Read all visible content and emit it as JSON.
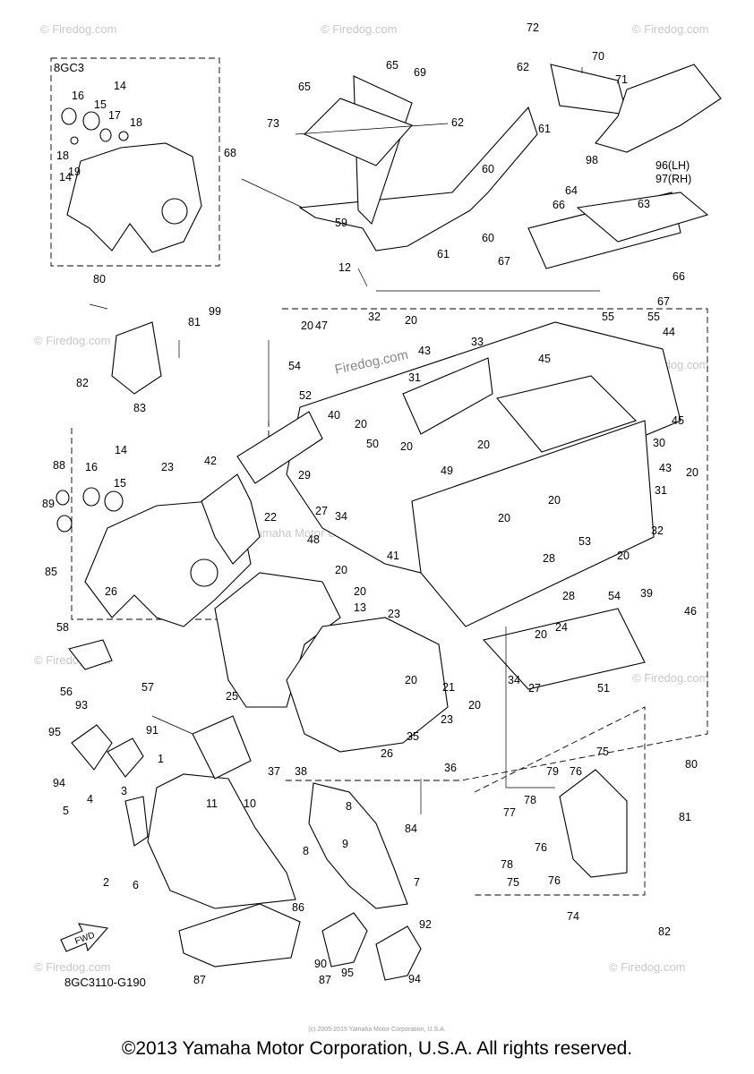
{
  "diagram": {
    "model_code": "8GC3",
    "figure_code": "8GC3110-G190",
    "fwd_arrow_label": "FWD",
    "watermark_site": "© Firedog.com",
    "watermark_center": "Yamaha Motor Corp., U.S.A.",
    "watermark_inline": "Firedog.com",
    "callouts": [
      "1",
      "2",
      "3",
      "4",
      "5",
      "6",
      "7",
      "8",
      "8",
      "9",
      "10",
      "11",
      "12",
      "13",
      "14",
      "14",
      "14",
      "15",
      "15",
      "16",
      "16",
      "17",
      "18",
      "18",
      "19",
      "20",
      "20",
      "20",
      "20",
      "20",
      "20",
      "20",
      "20",
      "20",
      "20",
      "20",
      "20",
      "20",
      "20",
      "21",
      "22",
      "23",
      "23",
      "23",
      "24",
      "25",
      "26",
      "26",
      "27",
      "27",
      "28",
      "28",
      "29",
      "30",
      "31",
      "31",
      "32",
      "32",
      "33",
      "34",
      "34",
      "35",
      "36",
      "37",
      "38",
      "39",
      "40",
      "41",
      "42",
      "43",
      "43",
      "44",
      "45",
      "45",
      "46",
      "47",
      "48",
      "49",
      "50",
      "51",
      "52",
      "53",
      "54",
      "54",
      "55",
      "55",
      "56",
      "57",
      "58",
      "59",
      "60",
      "60",
      "61",
      "61",
      "62",
      "62",
      "63",
      "64",
      "65",
      "65",
      "66",
      "66",
      "67",
      "67",
      "68",
      "69",
      "70",
      "71",
      "72",
      "73",
      "74",
      "75",
      "75",
      "76",
      "76",
      "76",
      "77",
      "78",
      "78",
      "79",
      "80",
      "80",
      "81",
      "81",
      "82",
      "82",
      "83",
      "84",
      "85",
      "86",
      "87",
      "87",
      "88",
      "89",
      "90",
      "91",
      "92",
      "93",
      "94",
      "94",
      "95",
      "95",
      "96(LH)",
      "97(RH)",
      "98",
      "99"
    ]
  },
  "footer": {
    "small_copyright": "(c) 2005-2015 Yamaha Motor Corporation, U.S.A.",
    "copyright": "©2013 Yamaha Motor Corporation, U.S.A. All rights reserved."
  }
}
